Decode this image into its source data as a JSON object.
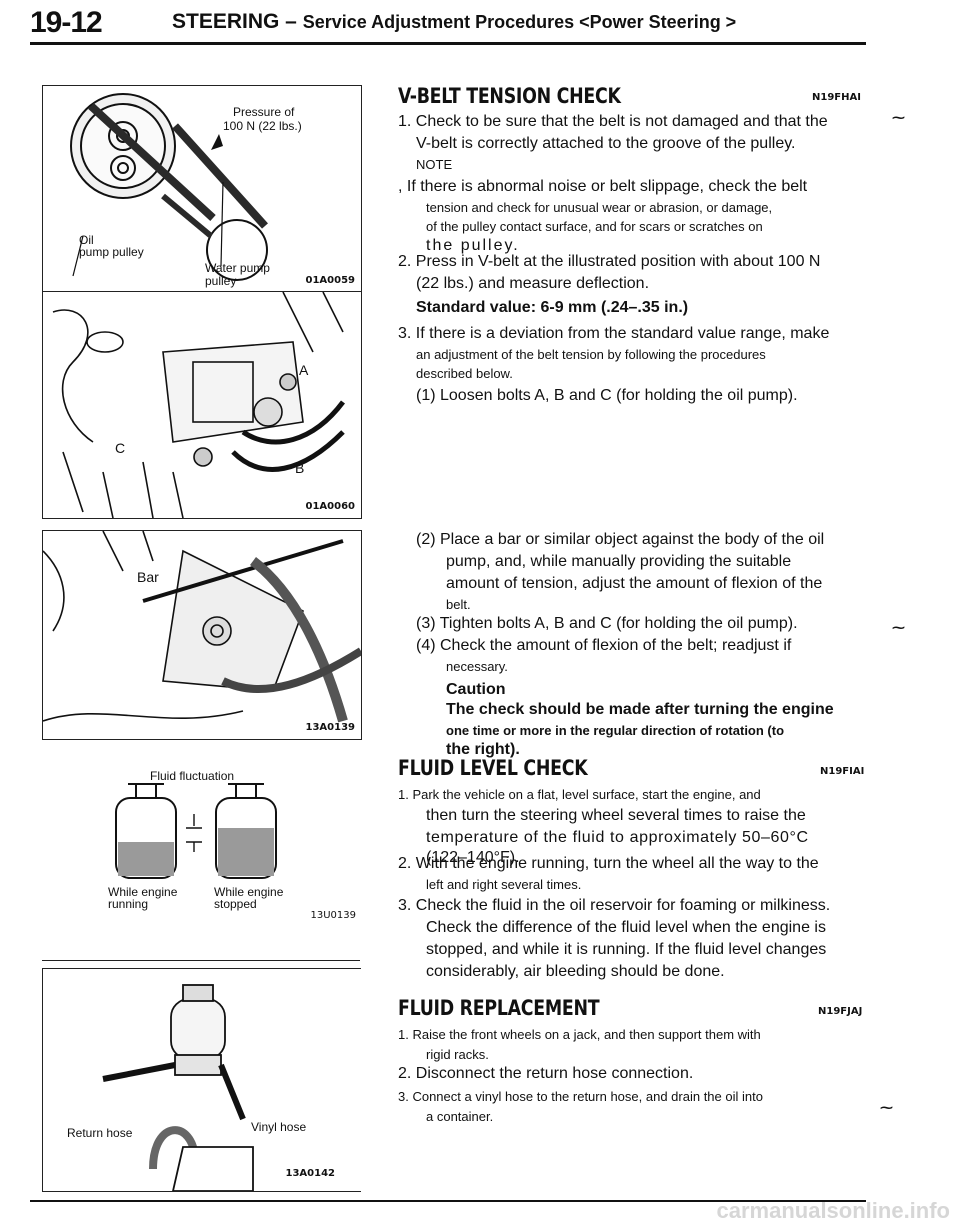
{
  "header": {
    "page_number": "19-12",
    "title": "STEERING – ",
    "subtitle": "Service Adjustment Procedures <Power Steering >"
  },
  "figures": {
    "fig1": {
      "label_tension": "Pressure of",
      "label_tension2": "100 N (22 lbs.)",
      "label_oil_pump": "Oil",
      "label_oil_pump2": "pump pulley",
      "label_water_pump": "Water pump",
      "label_water_pump2": "pulley",
      "code": "01A0059"
    },
    "fig2": {
      "label_a": "A",
      "label_b": "B",
      "label_c": "C",
      "code": "01A0060"
    },
    "fig3": {
      "label_bar": "Bar",
      "code": "13A0139"
    },
    "fig4": {
      "title": "Fluid fluctuation",
      "label_running": "While engine",
      "label_running2": "running",
      "label_stopped": "While engine",
      "label_stopped2": "stopped",
      "code": "13U0139"
    },
    "fig5": {
      "label_return": "Return hose",
      "label_vinyl": "Vinyl hose",
      "code": "13A0142"
    }
  },
  "sections": {
    "vbelt": {
      "heading": "V-BELT TENSION CHECK",
      "code": "N19FHAI",
      "item1": "1. Check to be sure that the belt is not damaged and that the",
      "item1b": "V-belt is correctly attached to the groove of the pulley.",
      "note_label": "NOTE",
      "note_line1": ", If there is abnormal noise or belt slippage, check the belt",
      "note_line2": "tension and check for unusual wear or abrasion, or damage,",
      "note_line3": "of the pulley contact surface, and for scars or scratches on",
      "note_line4": "the pulley.",
      "item2": "2. Press in V-belt at the illustrated position with about 100 N",
      "item2b": "(22 lbs.) and measure deflection.",
      "standard": "Standard value: 6-9 mm (.24–.35 in.)",
      "item3": "3. If there is a deviation from the standard value range, make",
      "item3b": "an adjustment of the belt tension by following the procedures",
      "item3c": "described below.",
      "step1": "(1) Loosen bolts A, B and C (for holding the oil pump).",
      "step2": "(2) Place a bar or similar object against the body of the oil",
      "step2b": "pump, and, while manually providing the suitable",
      "step2c": "amount of tension, adjust the amount of flexion of the",
      "step2d": "belt.",
      "step3": "(3) Tighten bolts A, B and C (for holding the oil pump).",
      "step4": "(4) Check the amount of flexion of the belt; readjust if",
      "step4b": "necessary.",
      "caution_label": "Caution",
      "caution1": "The check should be made after turning the engine",
      "caution2": "one time or more in the regular direction of rotation (to",
      "caution3": "the right)."
    },
    "fluid_level": {
      "heading": "FLUID LEVEL CHECK",
      "code": "N19FIAI",
      "item1": "1. Park the vehicle on a flat, level surface, start the engine, and",
      "item1b": "then turn the steering wheel several times to raise the",
      "item1c": "temperature of the fluid to approximately 50–60°C",
      "item1d": "(122–140°F).",
      "item2": "2. With the engine running, turn the wheel all the way to the",
      "item2b": "left and right several times.",
      "item3": "3. Check the fluid in the oil reservoir for foaming or milkiness.",
      "item3b": "Check the difference of the fluid level when the engine is",
      "item3c": "stopped, and while it is running. If the fluid level changes",
      "item3d": "considerably, air bleeding should be done."
    },
    "fluid_replacement": {
      "heading": "FLUID REPLACEMENT",
      "code": "N19FJAJ",
      "item1": "1. Raise the front wheels on a jack, and then support them with",
      "item1b": "rigid racks.",
      "item2": "2. Disconnect the return hose connection.",
      "item3": "3. Connect a vinyl hose to the return hose, and drain the oil into",
      "item3b": "a container."
    }
  },
  "footer": {
    "watermark": "carmanualsonline.info"
  }
}
